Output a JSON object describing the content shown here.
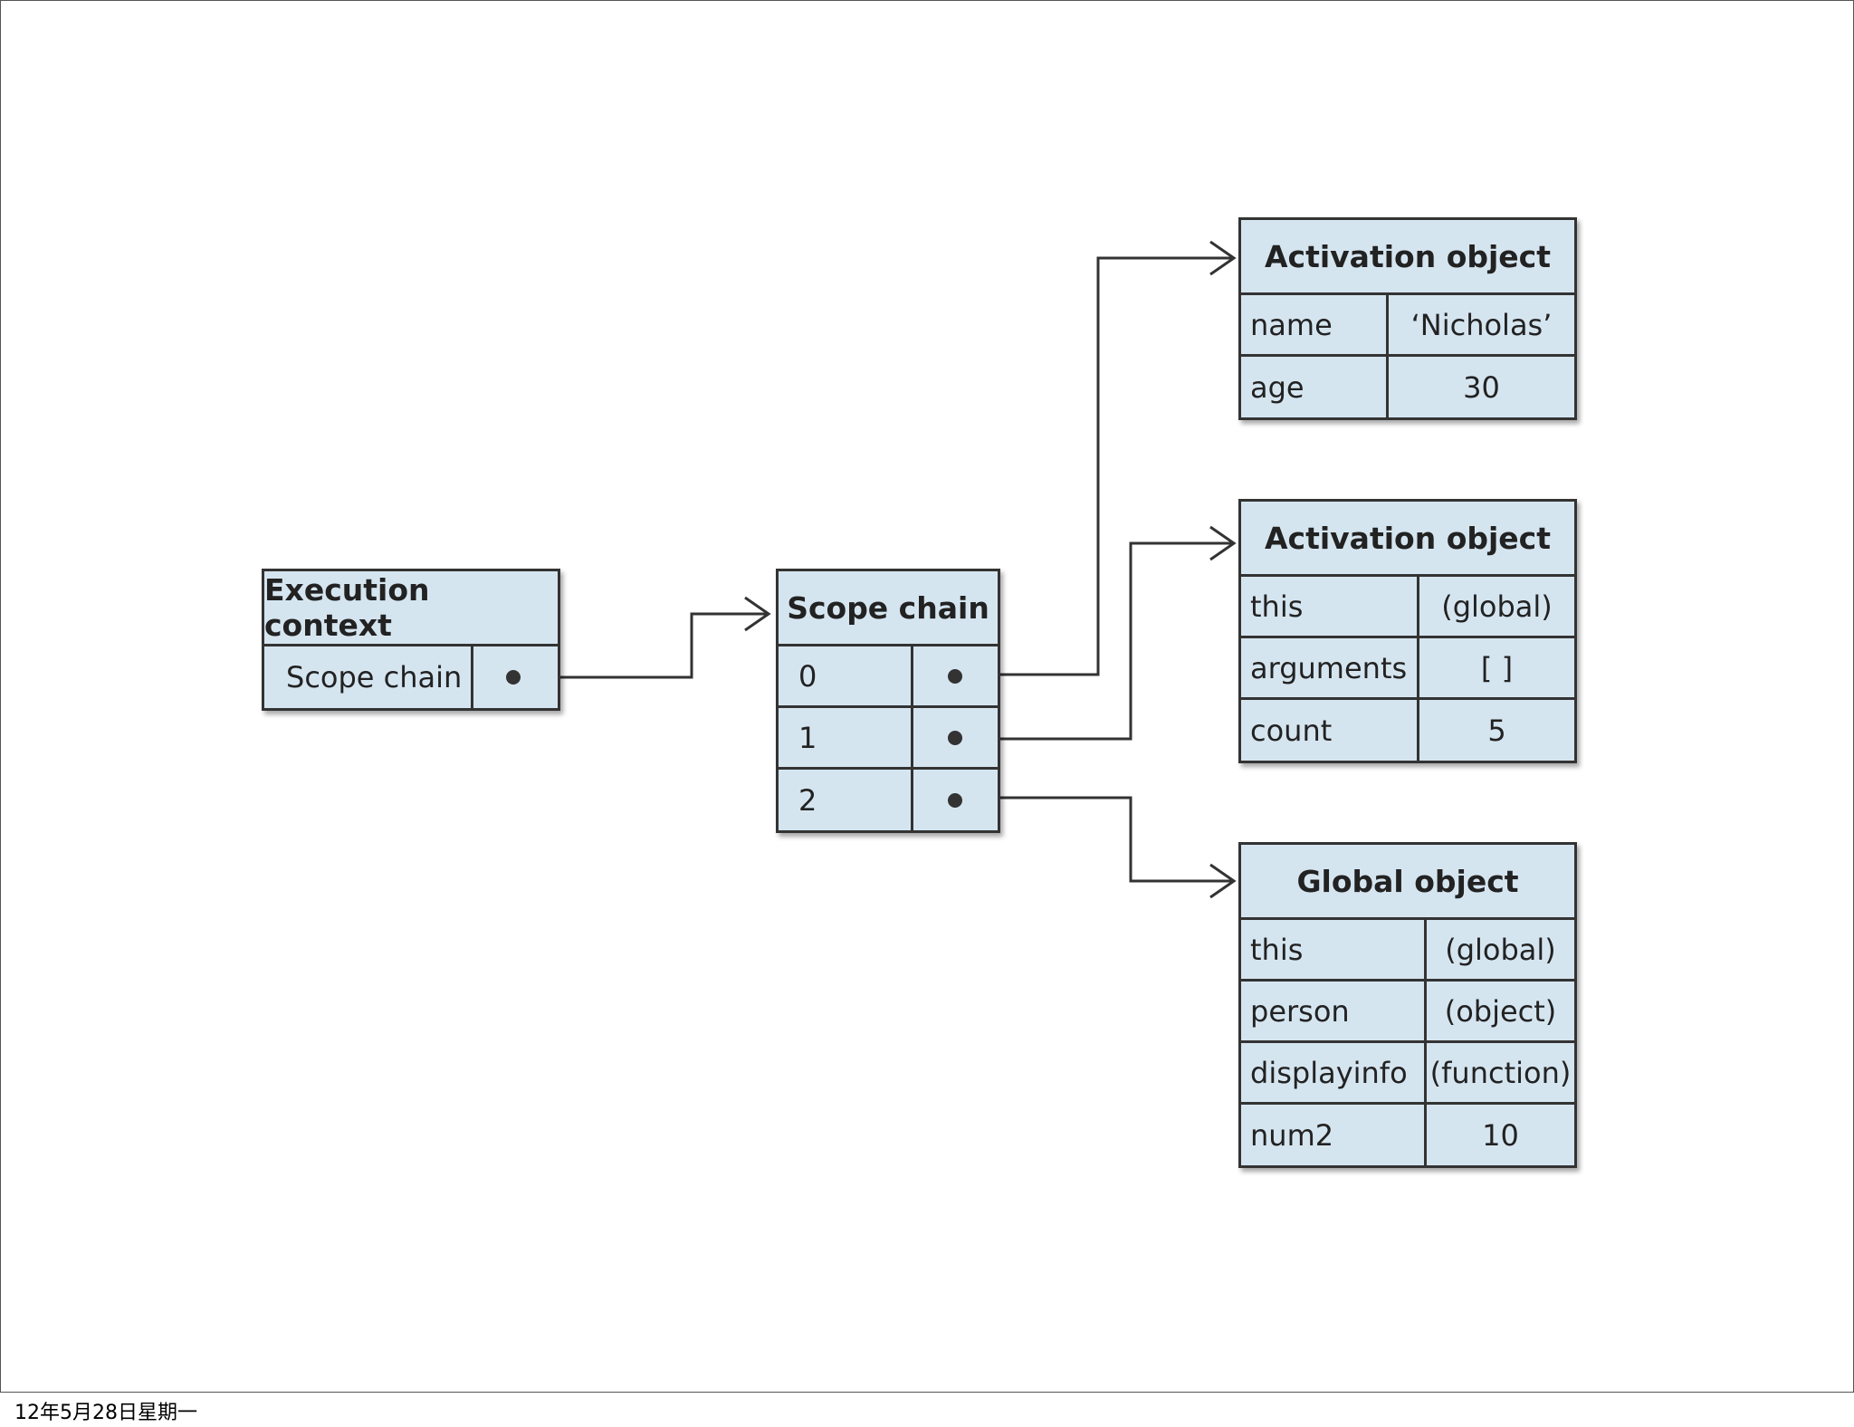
{
  "execution_context": {
    "title": "Execution context",
    "rows": [
      {
        "key": "Scope chain"
      }
    ]
  },
  "scope_chain": {
    "title": "Scope chain",
    "rows": [
      {
        "key": "0"
      },
      {
        "key": "1"
      },
      {
        "key": "2"
      }
    ]
  },
  "activation_object_1": {
    "title": "Activation object",
    "rows": [
      {
        "key": "name",
        "value": "‘Nicholas’"
      },
      {
        "key": "age",
        "value": "30"
      }
    ]
  },
  "activation_object_2": {
    "title": "Activation object",
    "rows": [
      {
        "key": "this",
        "value": "(global)"
      },
      {
        "key": "arguments",
        "value": "[ ]"
      },
      {
        "key": "count",
        "value": "5"
      }
    ]
  },
  "global_object": {
    "title": "Global object",
    "rows": [
      {
        "key": "this",
        "value": "(global)"
      },
      {
        "key": "person",
        "value": "(object)"
      },
      {
        "key": "displayinfo",
        "value": "(function)"
      },
      {
        "key": "num2",
        "value": "10"
      }
    ]
  },
  "footer": {
    "date": "12年5月28日星期一"
  },
  "colors": {
    "box_fill": "#d5e5f0",
    "stroke": "#333333"
  }
}
